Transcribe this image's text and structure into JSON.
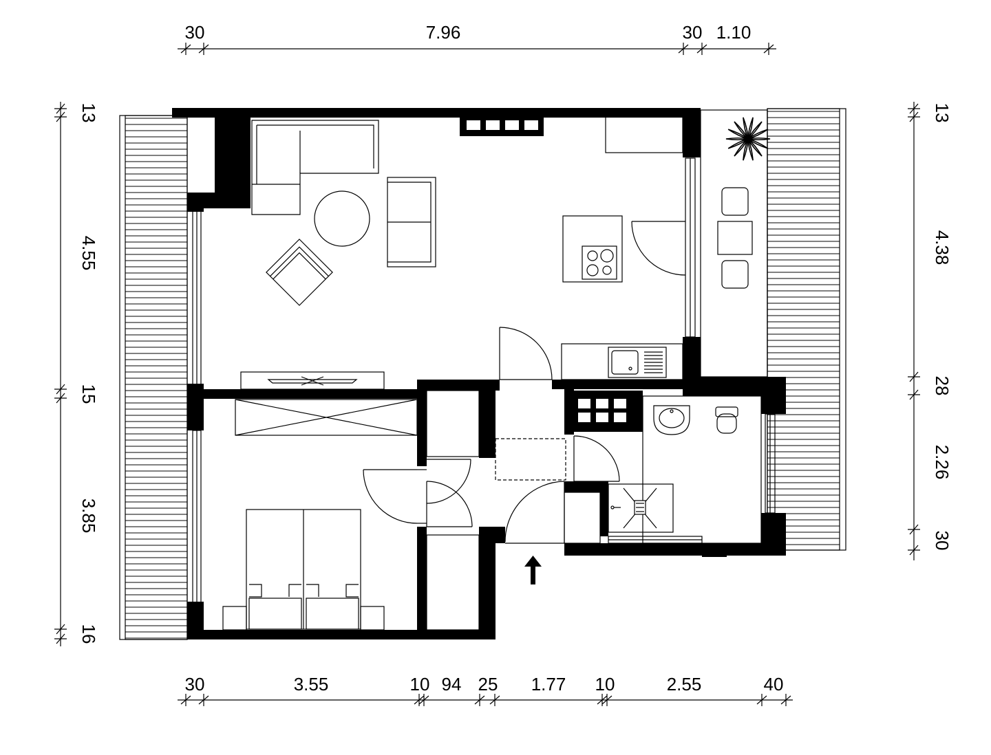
{
  "dimensions": {
    "top": [
      "30",
      "7.96",
      "30",
      "1.10"
    ],
    "bottom": [
      "30",
      "3.55",
      "10",
      "94",
      "25",
      "1.77",
      "10",
      "2.55",
      "40"
    ],
    "left": [
      "13",
      "4.55",
      "15",
      "3.85",
      "16"
    ],
    "right": [
      "13",
      "4.38",
      "28",
      "2.26",
      "30"
    ]
  },
  "icons": {
    "entrance": "arrow-up-icon",
    "plant": "plant-icon",
    "hob": "hob-icon",
    "sink": "sink-icon",
    "washbasin": "washbasin-icon",
    "toilet": "toilet-icon",
    "shower": "shower-icon"
  }
}
